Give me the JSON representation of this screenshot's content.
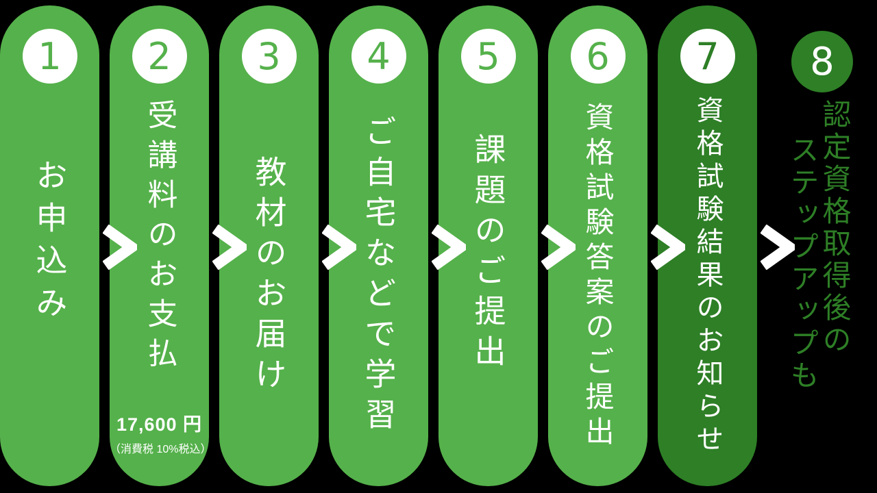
{
  "background_color": "#000000",
  "colors": {
    "pill_green": "#55b14b",
    "dark_green": "#2e7f26",
    "text_white": "#ffffff"
  },
  "steps": [
    {
      "number": "1",
      "label": "お申込み"
    },
    {
      "number": "2",
      "label": "受講料のお支払",
      "price": "17,600 円",
      "price_note": "（消費税 10%税込）"
    },
    {
      "number": "3",
      "label": "教材のお届け"
    },
    {
      "number": "4",
      "label": "ご自宅などで学習"
    },
    {
      "number": "5",
      "label": "課題のご提出"
    },
    {
      "number": "6",
      "label": "資格試験答案のご提出"
    },
    {
      "number": "7",
      "label": "資格試験結果のお知らせ"
    },
    {
      "number": "8",
      "label_line_1": "認定資格取得後の",
      "label_line_2": "ステップアップも"
    }
  ],
  "arrow_icon": "chevron-right"
}
